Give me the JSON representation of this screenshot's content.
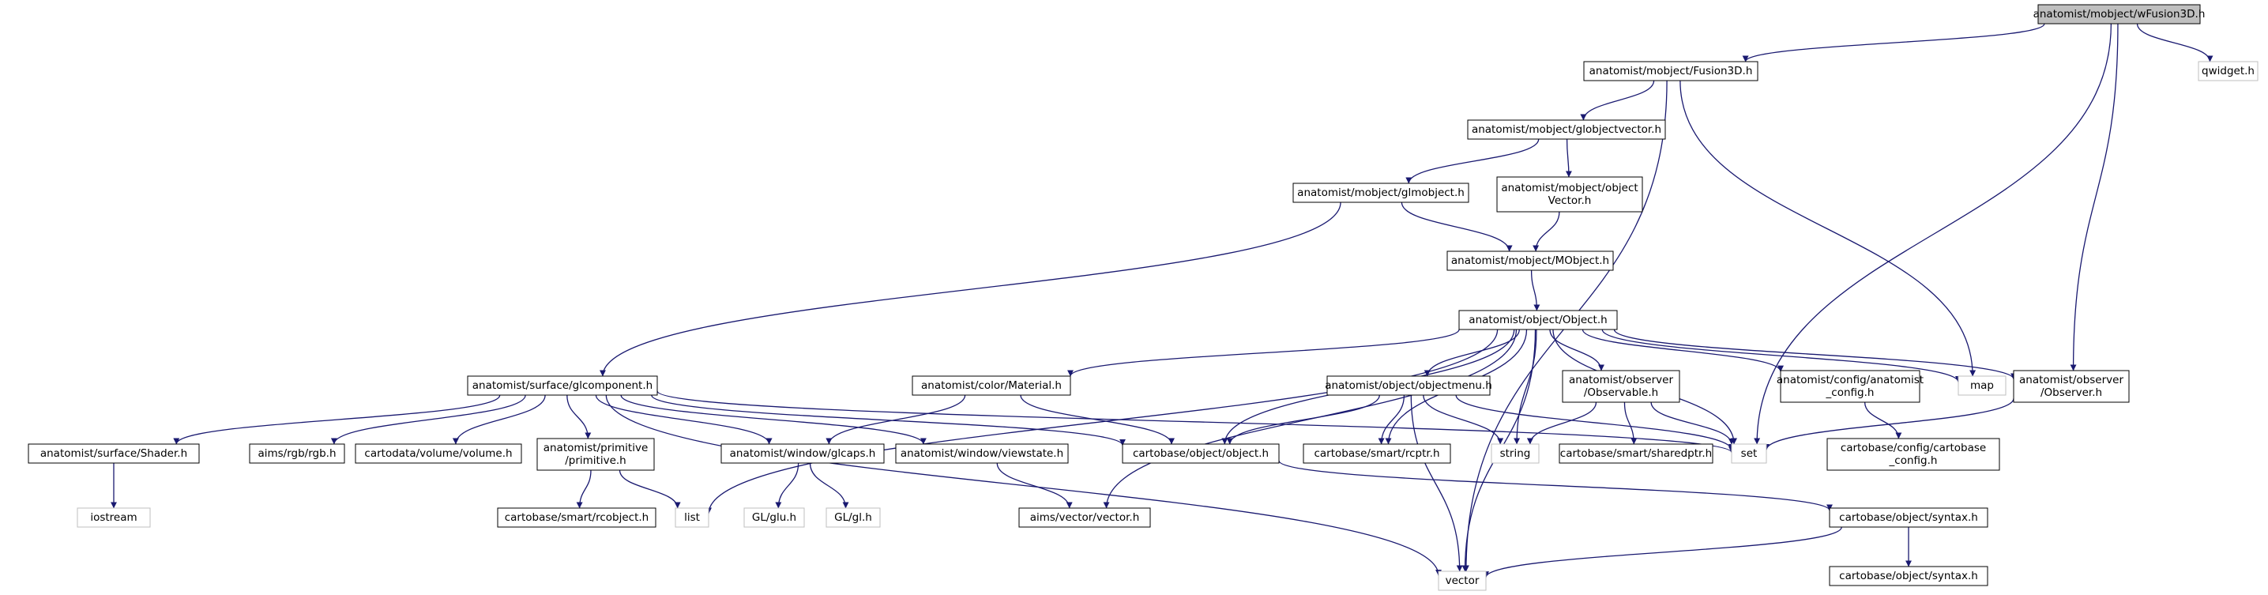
{
  "colors": {
    "edge": "#191970",
    "node_border": "#000000",
    "external_border": "#bfbfbf",
    "root_fill": "#bfbfbf",
    "node_fill": "#ffffff",
    "text": "#000000"
  },
  "nodes": {
    "wfusion3d": {
      "label": [
        "anatomist/mobject/wFusion3D.h"
      ],
      "kind": "root"
    },
    "fusion3d": {
      "label": [
        "anatomist/mobject/Fusion3D.h"
      ],
      "kind": "file"
    },
    "qwidget": {
      "label": [
        "qwidget.h"
      ],
      "kind": "external"
    },
    "globjectvector": {
      "label": [
        "anatomist/mobject/globjectvector.h"
      ],
      "kind": "file"
    },
    "glmobject": {
      "label": [
        "anatomist/mobject/glmobject.h"
      ],
      "kind": "file"
    },
    "objectvector": {
      "label": [
        "anatomist/mobject/object",
        "Vector.h"
      ],
      "kind": "file"
    },
    "mobject": {
      "label": [
        "anatomist/mobject/MObject.h"
      ],
      "kind": "file"
    },
    "object": {
      "label": [
        "anatomist/object/Object.h"
      ],
      "kind": "file"
    },
    "glcomponent": {
      "label": [
        "anatomist/surface/glcomponent.h"
      ],
      "kind": "file"
    },
    "material": {
      "label": [
        "anatomist/color/Material.h"
      ],
      "kind": "file"
    },
    "objectmenu": {
      "label": [
        "anatomist/object/objectmenu.h"
      ],
      "kind": "file"
    },
    "observable": {
      "label": [
        "anatomist/observer",
        "/Observable.h"
      ],
      "kind": "file"
    },
    "anaconfig": {
      "label": [
        "anatomist/config/anatomist",
        "_config.h"
      ],
      "kind": "file"
    },
    "map": {
      "label": [
        "map"
      ],
      "kind": "external"
    },
    "observer": {
      "label": [
        "anatomist/observer",
        "/Observer.h"
      ],
      "kind": "file"
    },
    "shader": {
      "label": [
        "anatomist/surface/Shader.h"
      ],
      "kind": "file"
    },
    "rgb": {
      "label": [
        "aims/rgb/rgb.h"
      ],
      "kind": "file"
    },
    "volume": {
      "label": [
        "cartodata/volume/volume.h"
      ],
      "kind": "file"
    },
    "primitive": {
      "label": [
        "anatomist/primitive",
        "/primitive.h"
      ],
      "kind": "file"
    },
    "glcaps": {
      "label": [
        "anatomist/window/glcaps.h"
      ],
      "kind": "file"
    },
    "viewstate": {
      "label": [
        "anatomist/window/viewstate.h"
      ],
      "kind": "file"
    },
    "cartoobject": {
      "label": [
        "cartobase/object/object.h"
      ],
      "kind": "file"
    },
    "rcptr": {
      "label": [
        "cartobase/smart/rcptr.h"
      ],
      "kind": "file"
    },
    "string": {
      "label": [
        "string"
      ],
      "kind": "external"
    },
    "sharedptr": {
      "label": [
        "cartobase/smart/sharedptr.h"
      ],
      "kind": "file"
    },
    "set": {
      "label": [
        "set"
      ],
      "kind": "external"
    },
    "cartoconfig": {
      "label": [
        "cartobase/config/cartobase",
        "_config.h"
      ],
      "kind": "file"
    },
    "iostream": {
      "label": [
        "iostream"
      ],
      "kind": "external"
    },
    "rcobject": {
      "label": [
        "cartobase/smart/rcobject.h"
      ],
      "kind": "file"
    },
    "list": {
      "label": [
        "list"
      ],
      "kind": "external"
    },
    "glu": {
      "label": [
        "GL/glu.h"
      ],
      "kind": "external"
    },
    "gl": {
      "label": [
        "GL/gl.h"
      ],
      "kind": "external"
    },
    "vectorh": {
      "label": [
        "aims/vector/vector.h"
      ],
      "kind": "file"
    },
    "syntax": {
      "label": [
        "cartobase/object/syntax.h"
      ],
      "kind": "file"
    },
    "vector": {
      "label": [
        "vector"
      ],
      "kind": "external"
    },
    "syntax2": {
      "label": [
        "cartobase/object/syntax.h"
      ],
      "kind": "file"
    }
  },
  "edges": [
    [
      "wfusion3d",
      "fusion3d"
    ],
    [
      "wfusion3d",
      "qwidget"
    ],
    [
      "wfusion3d",
      "observer"
    ],
    [
      "wfusion3d",
      "set"
    ],
    [
      "fusion3d",
      "globjectvector"
    ],
    [
      "fusion3d",
      "vector"
    ],
    [
      "fusion3d",
      "map"
    ],
    [
      "globjectvector",
      "glmobject"
    ],
    [
      "globjectvector",
      "objectvector"
    ],
    [
      "glmobject",
      "mobject"
    ],
    [
      "glmobject",
      "glcomponent"
    ],
    [
      "objectvector",
      "mobject"
    ],
    [
      "mobject",
      "object"
    ],
    [
      "object",
      "material"
    ],
    [
      "object",
      "objectmenu"
    ],
    [
      "object",
      "observable"
    ],
    [
      "object",
      "anaconfig"
    ],
    [
      "object",
      "map"
    ],
    [
      "object",
      "observer"
    ],
    [
      "object",
      "cartoobject"
    ],
    [
      "object",
      "rcptr"
    ],
    [
      "object",
      "string"
    ],
    [
      "object",
      "set"
    ],
    [
      "object",
      "list"
    ],
    [
      "object",
      "vectorh"
    ],
    [
      "object",
      "vector"
    ],
    [
      "glcomponent",
      "shader"
    ],
    [
      "glcomponent",
      "rgb"
    ],
    [
      "glcomponent",
      "volume"
    ],
    [
      "glcomponent",
      "primitive"
    ],
    [
      "glcomponent",
      "glcaps"
    ],
    [
      "glcomponent",
      "viewstate"
    ],
    [
      "glcomponent",
      "cartoobject"
    ],
    [
      "glcomponent",
      "set"
    ],
    [
      "glcomponent",
      "vector"
    ],
    [
      "material",
      "glcaps"
    ],
    [
      "material",
      "cartoobject"
    ],
    [
      "objectmenu",
      "cartoobject"
    ],
    [
      "objectmenu",
      "rcptr"
    ],
    [
      "objectmenu",
      "string"
    ],
    [
      "objectmenu",
      "set"
    ],
    [
      "objectmenu",
      "vector"
    ],
    [
      "observable",
      "string"
    ],
    [
      "observable",
      "sharedptr"
    ],
    [
      "observable",
      "set"
    ],
    [
      "anaconfig",
      "cartoconfig"
    ],
    [
      "observer",
      "set"
    ],
    [
      "shader",
      "iostream"
    ],
    [
      "primitive",
      "rcobject"
    ],
    [
      "primitive",
      "list"
    ],
    [
      "glcaps",
      "glu"
    ],
    [
      "glcaps",
      "gl"
    ],
    [
      "viewstate",
      "vectorh"
    ],
    [
      "cartoobject",
      "syntax"
    ],
    [
      "syntax",
      "vector"
    ],
    [
      "syntax",
      "syntax2"
    ]
  ]
}
